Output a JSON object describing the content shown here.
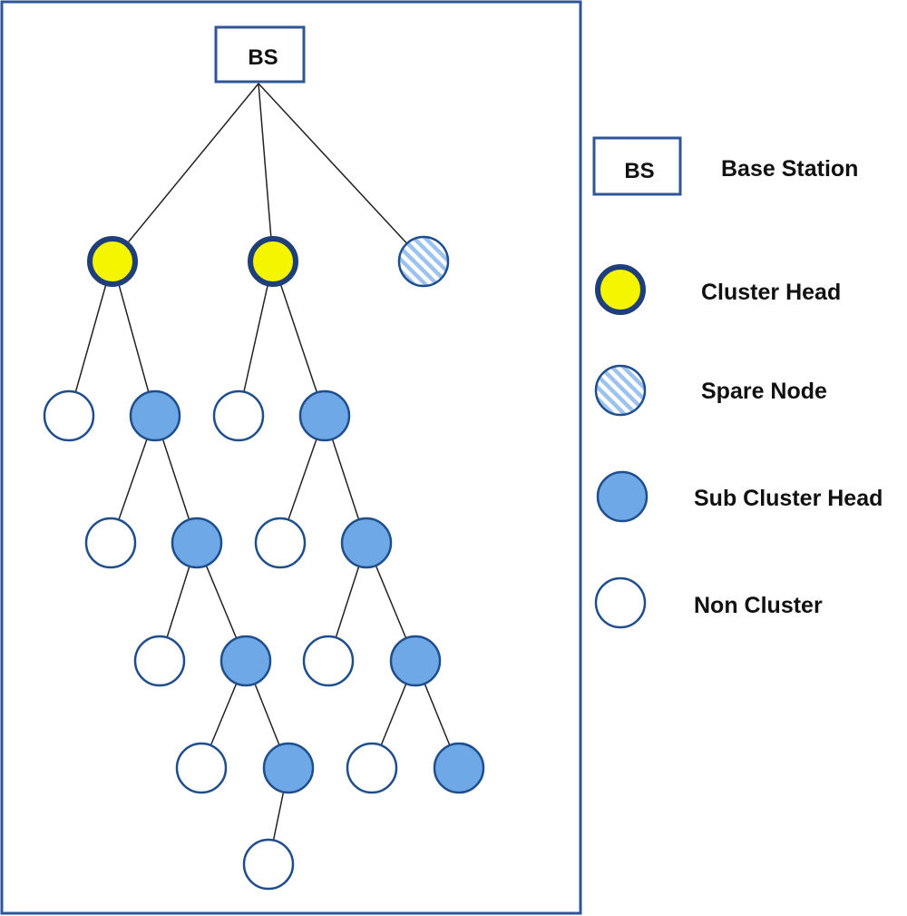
{
  "colors": {
    "frame_border": "#2f5597",
    "node_border": "#1f4e8c",
    "cluster_head_fill": "#f5f500",
    "cluster_head_border": "#1f3f7a",
    "sub_cluster_head_fill": "#6fa8e6",
    "non_cluster_fill": "#ffffff",
    "spare_stripe": "#9cc3f0",
    "edge": "#222222"
  },
  "base_station": {
    "label": "BS"
  },
  "legend": {
    "items": [
      {
        "type": "base-station",
        "symbol_label": "BS",
        "label": "Base Station"
      },
      {
        "type": "cluster-head",
        "label": "Cluster Head"
      },
      {
        "type": "spare-node",
        "label": "Spare Node"
      },
      {
        "type": "sub-cluster-head",
        "label": "Sub Cluster Head"
      },
      {
        "type": "non-cluster",
        "label": "Non Cluster"
      }
    ]
  },
  "tree": {
    "nodes": [
      {
        "id": "bs",
        "type": "base-station"
      },
      {
        "id": "ch1",
        "type": "cluster-head"
      },
      {
        "id": "ch2",
        "type": "cluster-head"
      },
      {
        "id": "sp1",
        "type": "spare-node"
      },
      {
        "id": "n1",
        "type": "non-cluster"
      },
      {
        "id": "s1",
        "type": "sub-cluster-head"
      },
      {
        "id": "n2",
        "type": "non-cluster"
      },
      {
        "id": "s2",
        "type": "sub-cluster-head"
      },
      {
        "id": "n3",
        "type": "non-cluster"
      },
      {
        "id": "s3",
        "type": "sub-cluster-head"
      },
      {
        "id": "n4",
        "type": "non-cluster"
      },
      {
        "id": "s4",
        "type": "sub-cluster-head"
      },
      {
        "id": "n5",
        "type": "non-cluster"
      },
      {
        "id": "s5",
        "type": "sub-cluster-head"
      },
      {
        "id": "n6",
        "type": "non-cluster"
      },
      {
        "id": "s6",
        "type": "sub-cluster-head"
      },
      {
        "id": "n7",
        "type": "non-cluster"
      },
      {
        "id": "s7",
        "type": "sub-cluster-head"
      },
      {
        "id": "n8",
        "type": "non-cluster"
      },
      {
        "id": "s8",
        "type": "sub-cluster-head"
      },
      {
        "id": "n9",
        "type": "non-cluster"
      }
    ],
    "edges": [
      [
        "bs",
        "ch1"
      ],
      [
        "bs",
        "ch2"
      ],
      [
        "bs",
        "sp1"
      ],
      [
        "ch1",
        "n1"
      ],
      [
        "ch1",
        "s1"
      ],
      [
        "ch2",
        "n2"
      ],
      [
        "ch2",
        "s2"
      ],
      [
        "s1",
        "n3"
      ],
      [
        "s1",
        "s3"
      ],
      [
        "s2",
        "n4"
      ],
      [
        "s2",
        "s4"
      ],
      [
        "s3",
        "n5"
      ],
      [
        "s3",
        "s5"
      ],
      [
        "s4",
        "n6"
      ],
      [
        "s4",
        "s6"
      ],
      [
        "s5",
        "n7"
      ],
      [
        "s5",
        "s7"
      ],
      [
        "s6",
        "n8"
      ],
      [
        "s6",
        "s8"
      ],
      [
        "s7",
        "n9"
      ]
    ]
  }
}
